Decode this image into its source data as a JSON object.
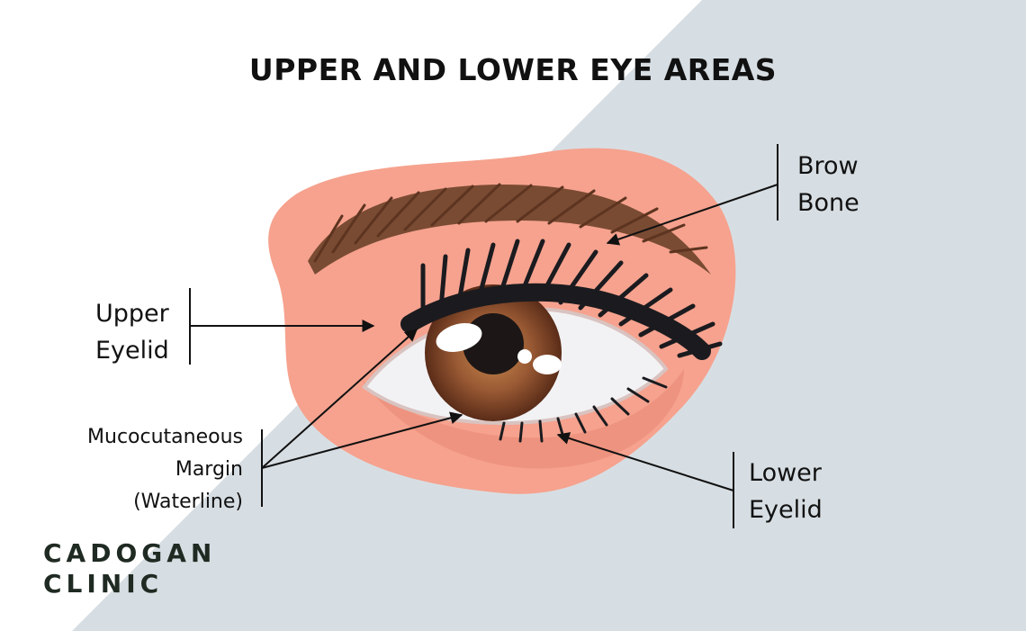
{
  "title": "UPPER AND LOWER EYE AREAS",
  "labels": {
    "brow_bone": [
      "Brow",
      "Bone"
    ],
    "upper_eyelid": [
      "Upper",
      "Eyelid"
    ],
    "mucocutaneous_margin": [
      "Mucocutaneous",
      "Margin",
      "(Waterline)"
    ],
    "lower_eyelid": [
      "Lower",
      "Eyelid"
    ]
  },
  "logo": [
    "CADOGAN",
    "CLINIC"
  ],
  "colors": {
    "background_band": "#d7dee3",
    "skin": "#f6a28e",
    "skin_shadow": "#e98874",
    "brow": "#7a4b33",
    "lash": "#1b1b1f",
    "iris": "#8a4a2c",
    "pupil": "#1c1716",
    "sclera": "#f2f2f4",
    "line": "#111111"
  }
}
